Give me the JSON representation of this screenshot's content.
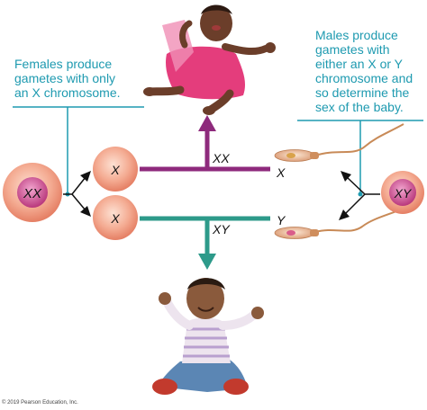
{
  "captions": {
    "female": "Females produce\ngametes with only\nan X chromosome.",
    "male": "Males produce\ngametes with\neither an X or Y\nchromosome and\nso determine the\nsex of the baby."
  },
  "cells": {
    "mother": "XX",
    "egg_top": "X",
    "egg_bottom": "X",
    "father": "XY"
  },
  "sperm_labels": {
    "top": "X",
    "bottom": "Y"
  },
  "outcomes": {
    "girl": "XX",
    "boy": "XY"
  },
  "colors": {
    "caption": "#1e9ab0",
    "girl_path": "#8e2a7c",
    "boy_path": "#2d9a8a",
    "cell_fill": "#f2a58b",
    "nucleus": "#c94b88"
  },
  "copyright": "© 2019 Pearson Education, Inc."
}
